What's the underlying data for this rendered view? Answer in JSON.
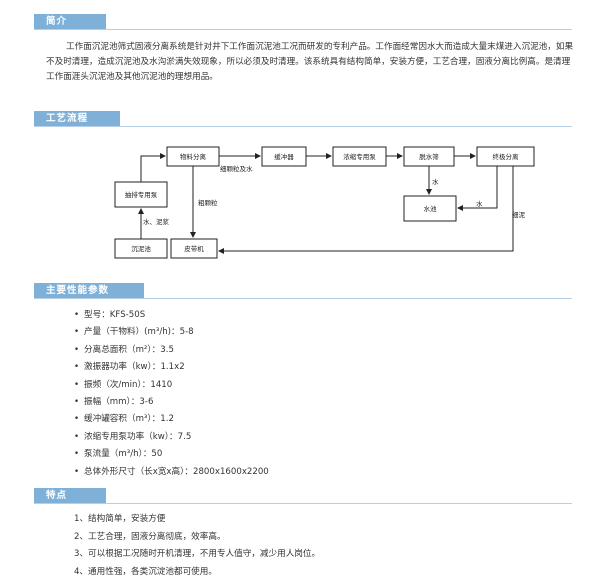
{
  "sections": {
    "intro": "简介",
    "process": "工艺流程",
    "params": "主要性能参数",
    "features": "特点"
  },
  "intro_text": "工作面沉泥池筛式固液分离系统是针对井下工作面沉泥池工况而研发的专利产品。工作面经常因水大而造成大量末煤进入沉泥池，如果不及时清理，造成沉泥池及水沟淤满失效现象，所以必须及时清理。该系统具有结构简单，安装方便，工艺合理，固液分离比例高。是清理工作面涯头沉泥池及其他沉泥池的理想用品。",
  "flow": {
    "separator": "物料分离",
    "buffer": "缓冲器",
    "pump": "浓缩专用泵",
    "dewater": "脱水筛",
    "final_sep": "终极分离",
    "sump_pump": "抽排专用泵",
    "water_tank": "水池",
    "sediment": "沉泥池",
    "belt": "皮带机",
    "lbl_fine": "细颗粒及水",
    "lbl_coarse": "粗颗粒",
    "lbl_water_sludge": "水、泥浆",
    "lbl_water1": "水",
    "lbl_water2": "水",
    "lbl_fine_mud": "细泥"
  },
  "params": [
    "型号：KFS-50S",
    "产量（干物料）(m³/h)：5-8",
    "分离总面积（m²）：3.5",
    "激振器功率（kw）：1.1x2",
    "振频（次/min）：1410",
    "振幅（mm）：3-6",
    "缓冲罐容积（m³）：1.2",
    "浓缩专用泵功率（kw）：7.5",
    "泵流量（m³/h）：50",
    "总体外形尺寸（长x宽x高）：2800x1600x2200"
  ],
  "features": [
    "1、结构简单，安装方便",
    "2、工艺合理，固液分离彻底，效率高。",
    "3、可以根据工况随时开机清理，不用专人值守，减少用人岗位。",
    "4、通用性强，各类沉淀池都可使用。"
  ],
  "colors": {
    "header": "#7fb0d8",
    "line": "#b7cfe6"
  }
}
